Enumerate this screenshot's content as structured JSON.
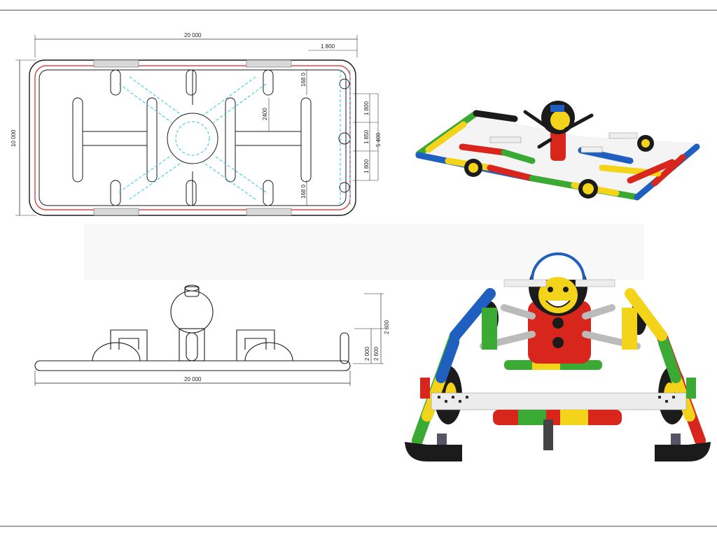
{
  "plan_view": {
    "overall_length": "20 000",
    "overall_width": "10 000",
    "end_offset": "1 800",
    "center_offset": "2400",
    "right_spacing_1": "1 800",
    "right_spacing_2": "1 850",
    "right_spacing_3": "1 800",
    "right_total": "5 400",
    "top_inner": "168 0",
    "bottom_inner": "168 0"
  },
  "elevation_view": {
    "overall_length": "20 000",
    "height_1": "2 000",
    "height_2": "2 600",
    "height_total": "2 600"
  },
  "colors": {
    "outline": "#1a1a1a",
    "red_trim": "#e02020",
    "guide": "#22c8e8",
    "grey_pad": "#d8d8d8",
    "toy_red": "#d8261c",
    "toy_yellow": "#f4d41a",
    "toy_green": "#3aaa35",
    "toy_blue": "#1f5fbf",
    "toy_black": "#1b1b1b"
  }
}
